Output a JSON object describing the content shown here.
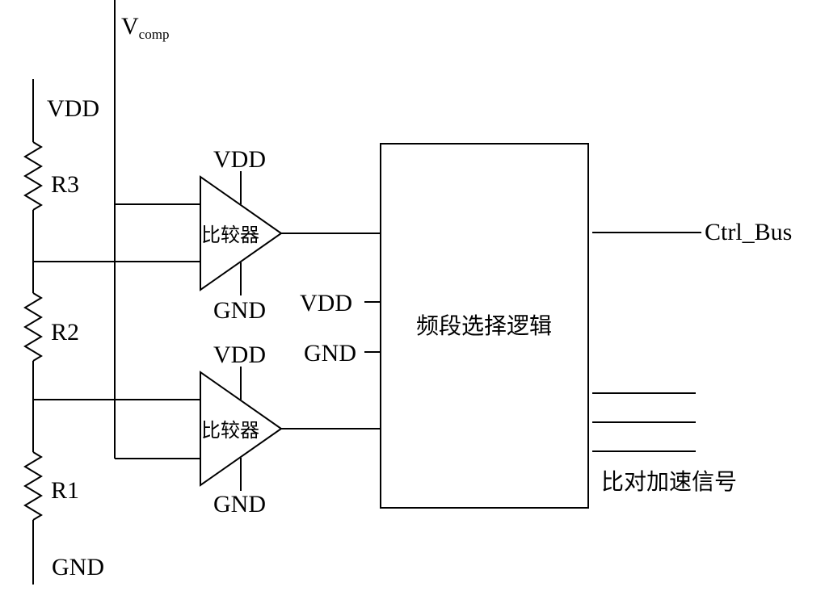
{
  "vcomp": {
    "main": "V",
    "sub": "comp"
  },
  "ladder": {
    "top_label": "VDD",
    "bottom_label": "GND",
    "resistors": [
      "R3",
      "R2",
      "R1"
    ]
  },
  "comparators": [
    {
      "label": "比较器",
      "supply": "VDD",
      "ground": "GND"
    },
    {
      "label": "比较器",
      "supply": "VDD",
      "ground": "GND"
    }
  ],
  "logic_block": {
    "label": "频段选择逻辑",
    "vdd_pin": "VDD",
    "gnd_pin": "GND"
  },
  "outputs": {
    "bus": "Ctrl_Bus",
    "accel": "比对加速信号"
  }
}
